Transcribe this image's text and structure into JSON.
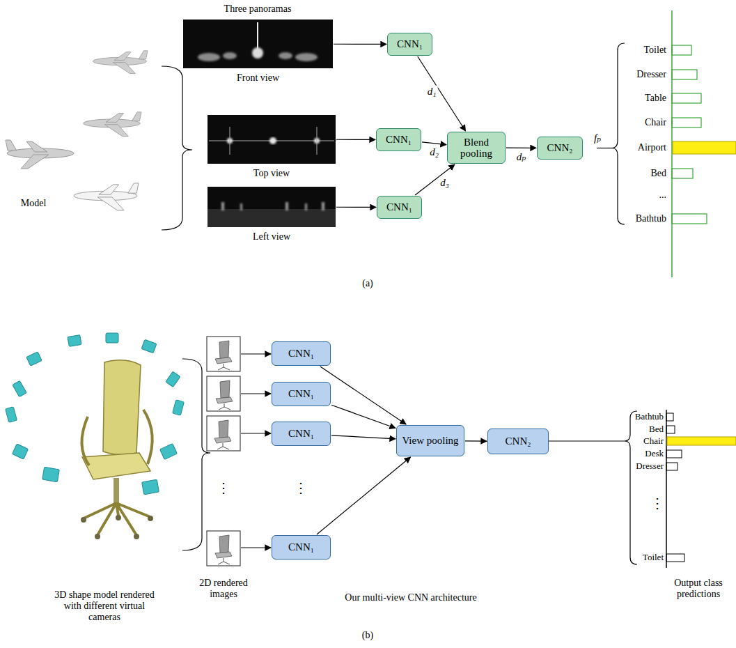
{
  "diagram": {
    "nodes": [
      {
        "text": [
          "Front view"
        ]
      },
      {
        "text": [
          "Top view"
        ]
      },
      {
        "text": [
          "Left view"
        ]
      },
      {
        "text": [
          "CNN₁"
        ]
      },
      {
        "text": [
          "CNN₁"
        ]
      },
      {
        "text": [
          "CNN₁"
        ]
      },
      {
        "text": [
          "Blend pooling"
        ]
      },
      {
        "text": [
          "CNN₂"
        ]
      },
      {
        "text": [
          "CNN₁"
        ]
      },
      {
        "text": [
          "CNN₁"
        ]
      },
      {
        "text": [
          "CNN₁"
        ]
      },
      {
        "text": [
          "CNN₁"
        ]
      },
      {
        "text": [
          "View pooling"
        ]
      },
      {
        "text": [
          "CNN₂"
        ]
      }
    ],
    "edges": [
      {
        "from": 0,
        "to": 3,
        "arrow": "to"
      },
      {
        "from": 1,
        "to": 4,
        "arrow": "to"
      },
      {
        "from": 2,
        "to": 5,
        "arrow": "to"
      },
      {
        "from": 3,
        "to": 6,
        "label": "d₁",
        "arrow": "to"
      },
      {
        "from": 4,
        "to": 6,
        "label": "d₂",
        "arrow": "to"
      },
      {
        "from": 5,
        "to": 6,
        "label": "d₃",
        "arrow": "to"
      },
      {
        "from": 6,
        "to": 7,
        "label": "dₚ",
        "arrow": "to"
      },
      {
        "from": 8,
        "to": 12,
        "arrow": "to"
      },
      {
        "from": 9,
        "to": 12,
        "arrow": "to"
      },
      {
        "from": 10,
        "to": 12,
        "arrow": "to"
      },
      {
        "from": 11,
        "to": 12,
        "arrow": "to"
      },
      {
        "from": 12,
        "to": 13,
        "arrow": "to"
      }
    ],
    "labels": [
      "Three panoramas",
      "Model",
      "fₚ",
      "Toilet",
      "Dresser",
      "Table",
      "Chair",
      "Airport",
      "Bed",
      "...",
      "Bathtub",
      "(a)",
      "3D shape model rendered with different virtual cameras",
      "⋮",
      "2D rendered images",
      "⋮",
      "Our multi-view CNN architecture",
      "Bathtub",
      "Bed",
      "Chair",
      "Desk",
      "Dresser",
      "⋮",
      "Toilet",
      "Output class predictions",
      "(b)"
    ]
  }
}
